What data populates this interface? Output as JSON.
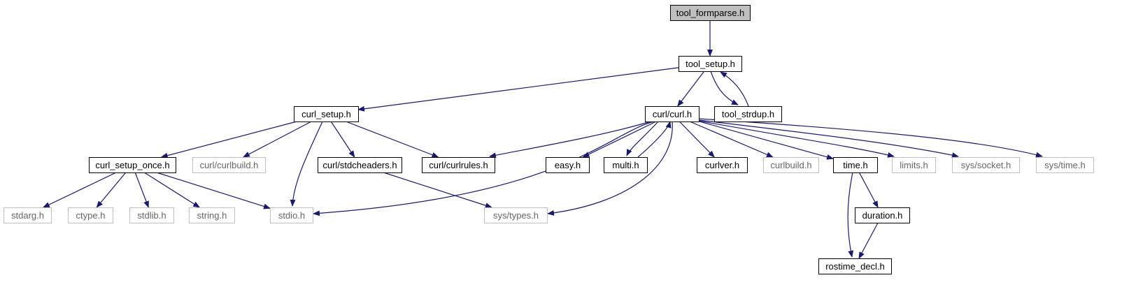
{
  "colors": {
    "edge": "#191970",
    "border_strong": "#000000",
    "border_weak": "#bfbfbf",
    "text_strong": "#000000",
    "text_weak": "#666666",
    "root_fill": "#bfbfbf",
    "fill": "#ffffff"
  },
  "nodes": [
    {
      "id": "tool_formparse",
      "label": "tool_formparse.h",
      "kind": "root"
    },
    {
      "id": "tool_setup",
      "label": "tool_setup.h",
      "kind": "strong"
    },
    {
      "id": "curl_setup",
      "label": "curl_setup.h",
      "kind": "strong"
    },
    {
      "id": "curl_curl",
      "label": "curl/curl.h",
      "kind": "strong"
    },
    {
      "id": "tool_strdup",
      "label": "tool_strdup.h",
      "kind": "strong"
    },
    {
      "id": "curl_setup_once",
      "label": "curl_setup_once.h",
      "kind": "strong"
    },
    {
      "id": "curl_curlbuild",
      "label": "curl/curlbuild.h",
      "kind": "weak"
    },
    {
      "id": "curl_stdcheaders",
      "label": "curl/stdcheaders.h",
      "kind": "strong"
    },
    {
      "id": "curl_curlrules",
      "label": "curl/curlrules.h",
      "kind": "strong"
    },
    {
      "id": "easy",
      "label": "easy.h",
      "kind": "strong"
    },
    {
      "id": "multi",
      "label": "multi.h",
      "kind": "strong"
    },
    {
      "id": "curlver",
      "label": "curlver.h",
      "kind": "strong"
    },
    {
      "id": "curlbuild",
      "label": "curlbuild.h",
      "kind": "weak"
    },
    {
      "id": "time",
      "label": "time.h",
      "kind": "strong"
    },
    {
      "id": "limits",
      "label": "limits.h",
      "kind": "weak"
    },
    {
      "id": "sys_socket",
      "label": "sys/socket.h",
      "kind": "weak"
    },
    {
      "id": "sys_time",
      "label": "sys/time.h",
      "kind": "weak"
    },
    {
      "id": "stdarg",
      "label": "stdarg.h",
      "kind": "weak"
    },
    {
      "id": "ctype",
      "label": "ctype.h",
      "kind": "weak"
    },
    {
      "id": "stdlib",
      "label": "stdlib.h",
      "kind": "weak"
    },
    {
      "id": "string",
      "label": "string.h",
      "kind": "weak"
    },
    {
      "id": "stdio",
      "label": "stdio.h",
      "kind": "weak"
    },
    {
      "id": "sys_types",
      "label": "sys/types.h",
      "kind": "weak"
    },
    {
      "id": "duration",
      "label": "duration.h",
      "kind": "strong"
    },
    {
      "id": "rostime_decl",
      "label": "rostime_decl.h",
      "kind": "strong"
    }
  ],
  "edges": [
    [
      "tool_formparse",
      "tool_setup"
    ],
    [
      "tool_setup",
      "curl_setup"
    ],
    [
      "tool_setup",
      "curl_curl"
    ],
    [
      "tool_setup",
      "tool_strdup"
    ],
    [
      "tool_strdup",
      "tool_setup"
    ],
    [
      "curl_setup",
      "curl_setup_once"
    ],
    [
      "curl_setup",
      "curl_curlbuild"
    ],
    [
      "curl_setup",
      "stdio"
    ],
    [
      "curl_setup",
      "curl_stdcheaders"
    ],
    [
      "curl_setup",
      "curl_curlrules"
    ],
    [
      "curl_curl",
      "curl_curlrules"
    ],
    [
      "curl_curl",
      "stdio"
    ],
    [
      "curl_curl",
      "easy"
    ],
    [
      "curl_curl",
      "multi"
    ],
    [
      "multi",
      "curl_curl"
    ],
    [
      "curl_curl",
      "sys_types"
    ],
    [
      "curl_curl",
      "curlver"
    ],
    [
      "curl_curl",
      "curlbuild"
    ],
    [
      "curl_curl",
      "time"
    ],
    [
      "curl_curl",
      "limits"
    ],
    [
      "curl_curl",
      "sys_socket"
    ],
    [
      "curl_curl",
      "sys_time"
    ],
    [
      "curl_setup_once",
      "stdarg"
    ],
    [
      "curl_setup_once",
      "ctype"
    ],
    [
      "curl_setup_once",
      "stdlib"
    ],
    [
      "curl_setup_once",
      "string"
    ],
    [
      "curl_setup_once",
      "stdio"
    ],
    [
      "curl_stdcheaders",
      "sys_types"
    ],
    [
      "time",
      "duration"
    ],
    [
      "time",
      "rostime_decl"
    ],
    [
      "duration",
      "rostime_decl"
    ]
  ]
}
